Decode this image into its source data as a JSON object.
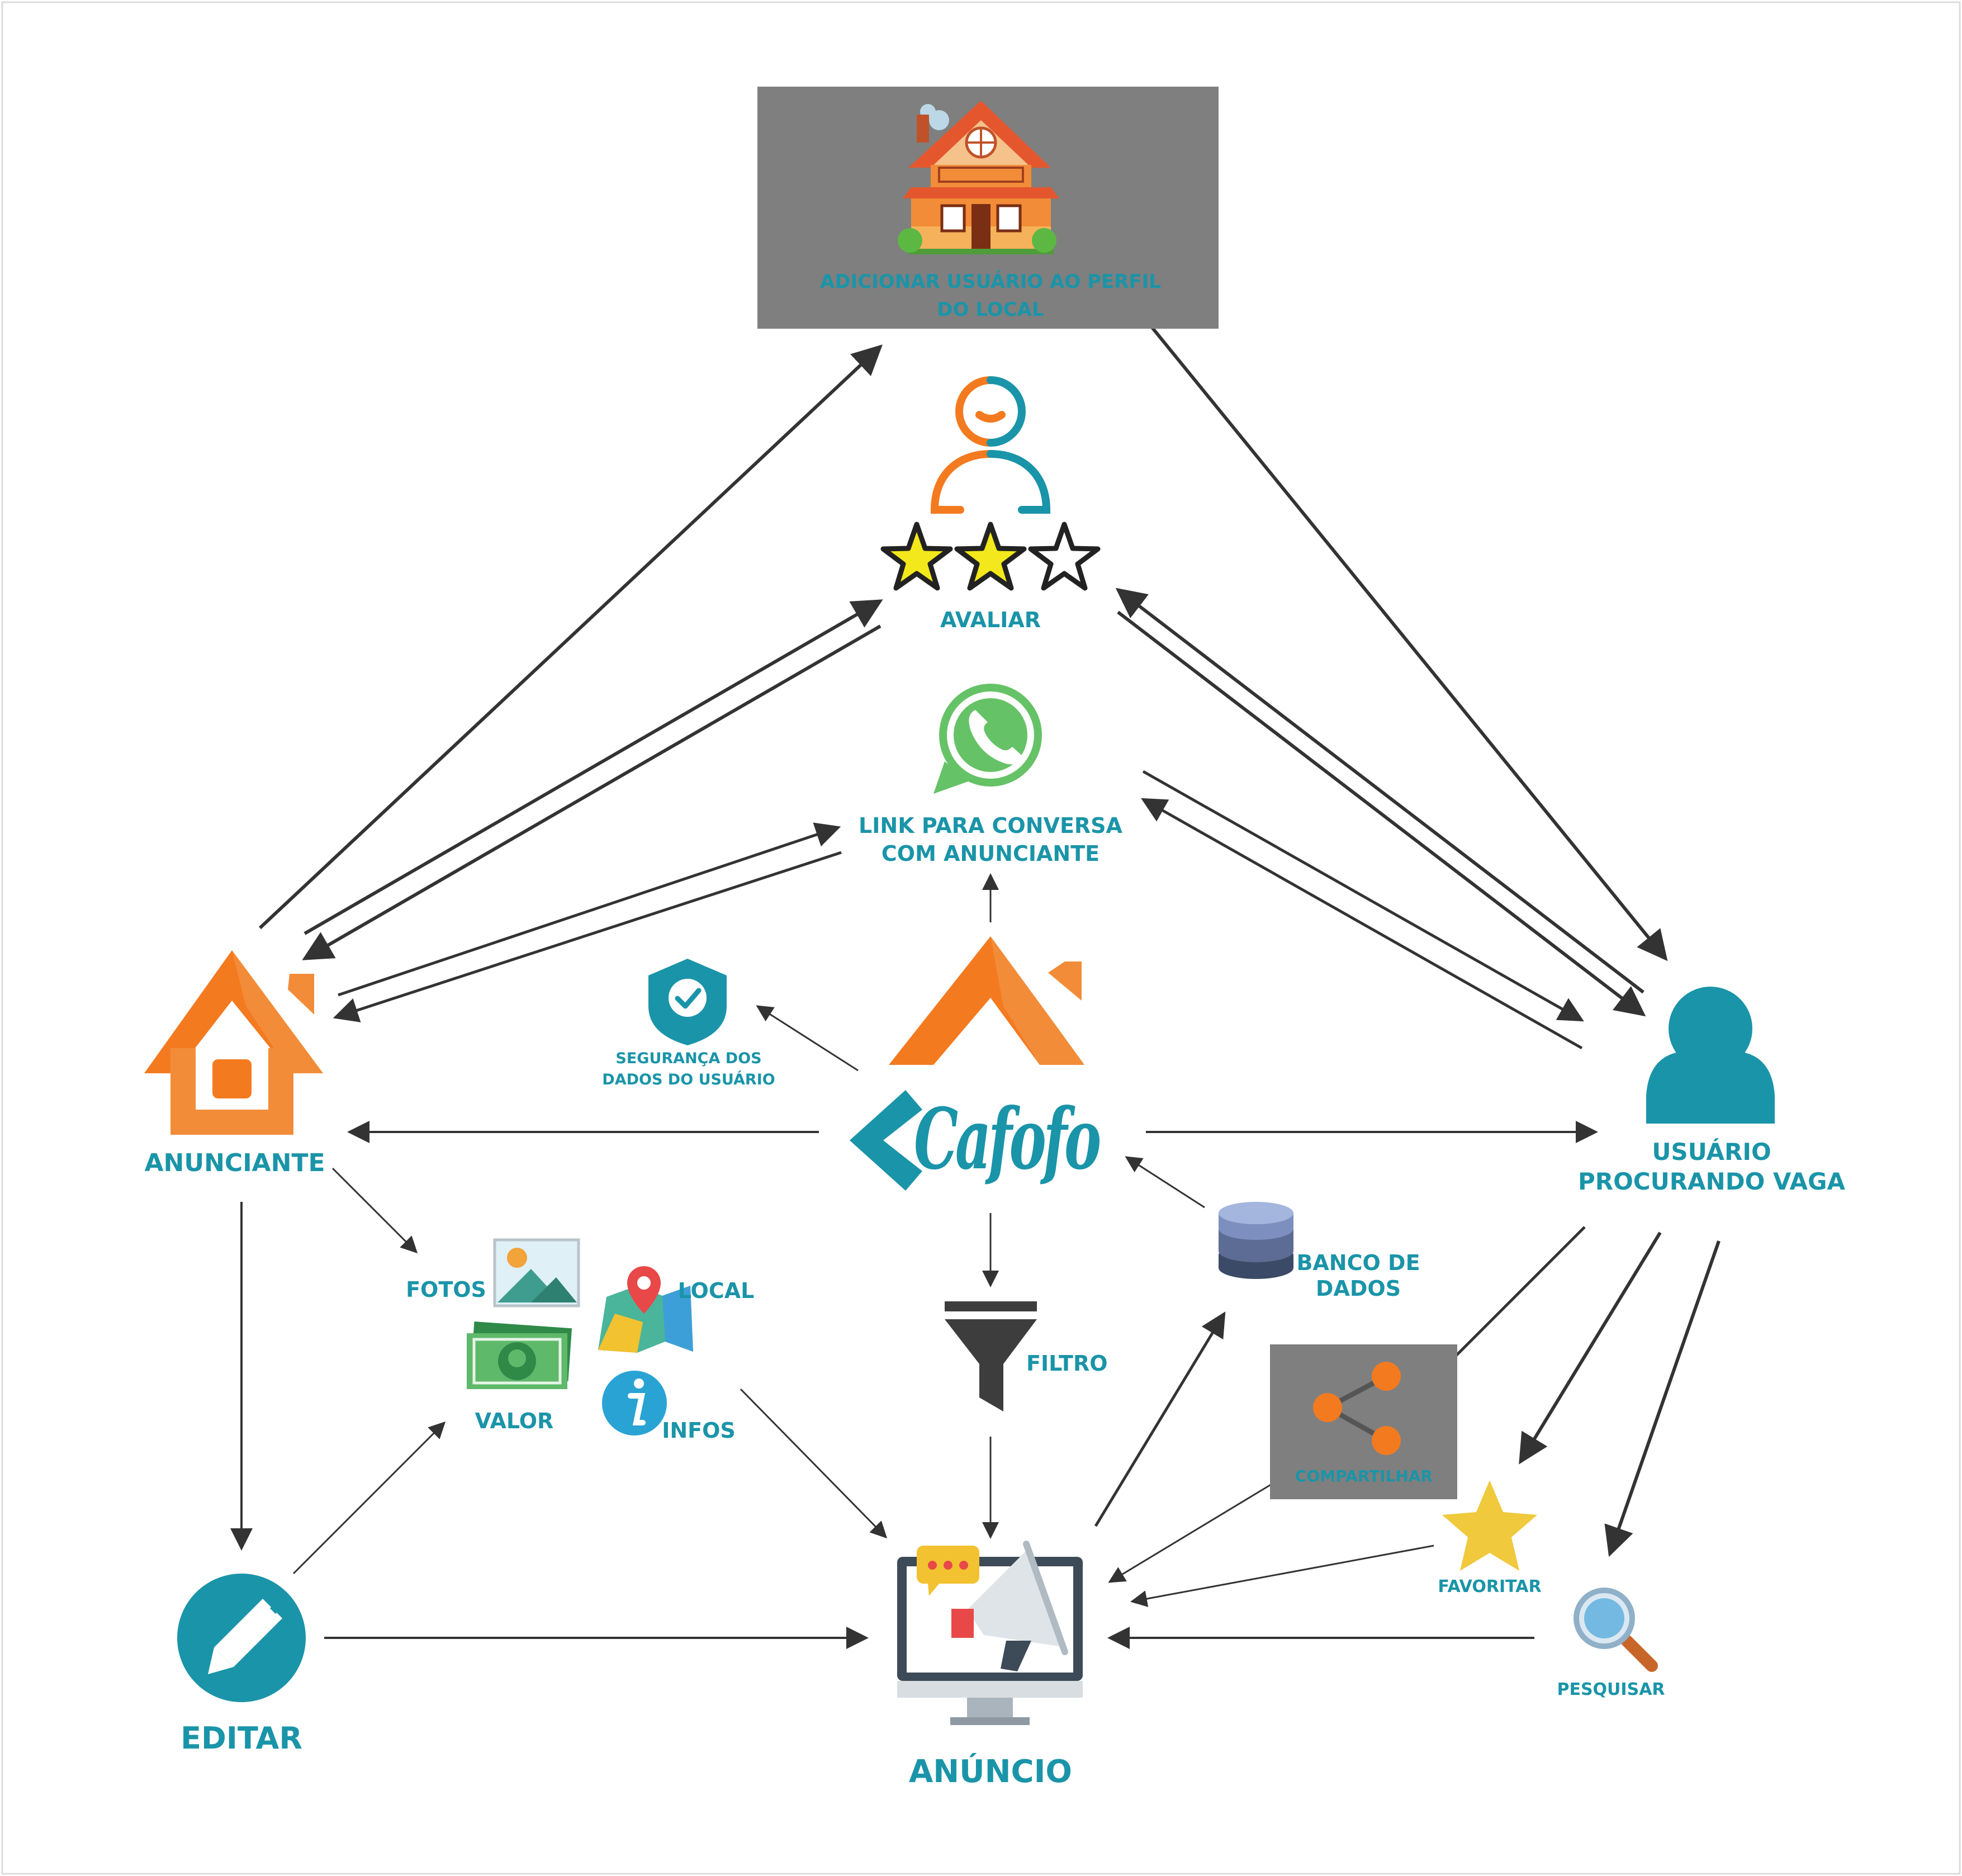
{
  "nodes": {
    "add_user_box": {
      "line1": "ADICIONAR USUÁRIO AO PERFIL",
      "line2": "DO LOCAL"
    },
    "avaliar": "AVALIAR",
    "whatsapp": {
      "line1": "LINK PARA CONVERSA",
      "line2": "COM ANUNCIANTE"
    },
    "seguranca": {
      "line1": "SEGURANÇA DOS",
      "line2": "DADOS DO USUÁRIO"
    },
    "logo_text": "Cafofo",
    "anunciante": "ANUNCIANTE",
    "usuario": {
      "line1": "USUÁRIO",
      "line2": "PROCURANDO VAGA"
    },
    "fotos": "FOTOS",
    "local": "LOCAL",
    "valor": "VALOR",
    "infos": "INFOS",
    "filtro": "FILTRO",
    "banco": {
      "line1": "BANCO DE",
      "line2": "DADOS"
    },
    "compartilhar": "COMPARTILHAR",
    "favoritar": "FAVORITAR",
    "pesquisar": "PESQUISAR",
    "editar": "EDITAR",
    "anuncio": "ANÚNCIO"
  },
  "colors": {
    "label": "#1a94a8",
    "orange": "#f47a20",
    "teal": "#1a94a8",
    "box_gray": "#7f7f7f",
    "arrow": "#333333",
    "whatsapp_green": "#66c266"
  },
  "icons": [
    "house-photo-icon",
    "user-rating-icon",
    "star-icon",
    "whatsapp-icon",
    "shield-check-icon",
    "house-icon",
    "user-icon",
    "picture-icon",
    "map-pin-icon",
    "money-icon",
    "info-icon",
    "funnel-icon",
    "database-icon",
    "share-icon",
    "favorite-star-icon",
    "magnifier-icon",
    "pencil-icon",
    "megaphone-monitor-icon"
  ]
}
